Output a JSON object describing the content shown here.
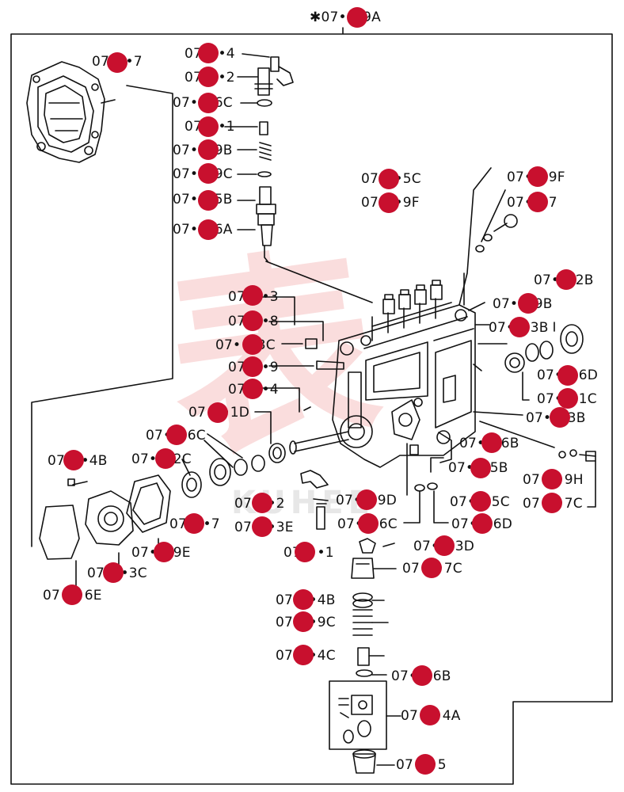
{
  "diagram": {
    "header_label": "✱07•••9A",
    "parts": [
      {
        "id": "p1",
        "label": "07•••7"
      },
      {
        "id": "p2",
        "label": "07•••4"
      },
      {
        "id": "p3",
        "label": "07•••2"
      },
      {
        "id": "p4",
        "label": "07•••6C"
      },
      {
        "id": "p5",
        "label": "07•••1"
      },
      {
        "id": "p6",
        "label": "07•••9B"
      },
      {
        "id": "p7",
        "label": "07•••9C"
      },
      {
        "id": "p8",
        "label": "07•••5B"
      },
      {
        "id": "p9",
        "label": "07•••6A"
      },
      {
        "id": "p10",
        "label": "07•••5C"
      },
      {
        "id": "p11",
        "label": "07•••9F"
      },
      {
        "id": "p12",
        "label": "07•••9F"
      },
      {
        "id": "p13",
        "label": "07•••7"
      },
      {
        "id": "p14",
        "label": "07•••2B"
      },
      {
        "id": "p15",
        "label": "07•••3"
      },
      {
        "id": "p16",
        "label": "07•••9B"
      },
      {
        "id": "p17",
        "label": "07•••8"
      },
      {
        "id": "p18",
        "label": "07•••3B"
      },
      {
        "id": "p19",
        "label": "07•••3C"
      },
      {
        "id": "p20",
        "label": "07•••9"
      },
      {
        "id": "p21",
        "label": "07•••6D"
      },
      {
        "id": "p22",
        "label": "07•••4"
      },
      {
        "id": "p23",
        "label": "07•••1C"
      },
      {
        "id": "p24",
        "label": "07•••1D"
      },
      {
        "id": "p25",
        "label": "07•••3B"
      },
      {
        "id": "p26",
        "label": "07•••6C"
      },
      {
        "id": "p27",
        "label": "07•••6B"
      },
      {
        "id": "p28",
        "label": "07•••4B"
      },
      {
        "id": "p29",
        "label": "07•••2C"
      },
      {
        "id": "p30",
        "label": "07•••5B"
      },
      {
        "id": "p31",
        "label": "07•••9H"
      },
      {
        "id": "p32",
        "label": "07•••2"
      },
      {
        "id": "p33",
        "label": "07•••9D"
      },
      {
        "id": "p34",
        "label": "07•••5C"
      },
      {
        "id": "p35",
        "label": "07•••7"
      },
      {
        "id": "p36",
        "label": "07•••3E"
      },
      {
        "id": "p37",
        "label": "07•••6C"
      },
      {
        "id": "p38",
        "label": "07•••6D"
      },
      {
        "id": "p39",
        "label": "07•••7C"
      },
      {
        "id": "p40",
        "label": "07•••9E"
      },
      {
        "id": "p41",
        "label": "07•••1"
      },
      {
        "id": "p42",
        "label": "07•••3D"
      },
      {
        "id": "p43",
        "label": "07•••3C"
      },
      {
        "id": "p44",
        "label": "07•••7C"
      },
      {
        "id": "p45",
        "label": "07•••6E"
      },
      {
        "id": "p46",
        "label": "07•••4B"
      },
      {
        "id": "p47",
        "label": "07•••9C"
      },
      {
        "id": "p48",
        "label": "07•••4C"
      },
      {
        "id": "p49",
        "label": "07•••6B"
      },
      {
        "id": "p50",
        "label": "07•••4A"
      },
      {
        "id": "p51",
        "label": "07•••5"
      }
    ]
  }
}
